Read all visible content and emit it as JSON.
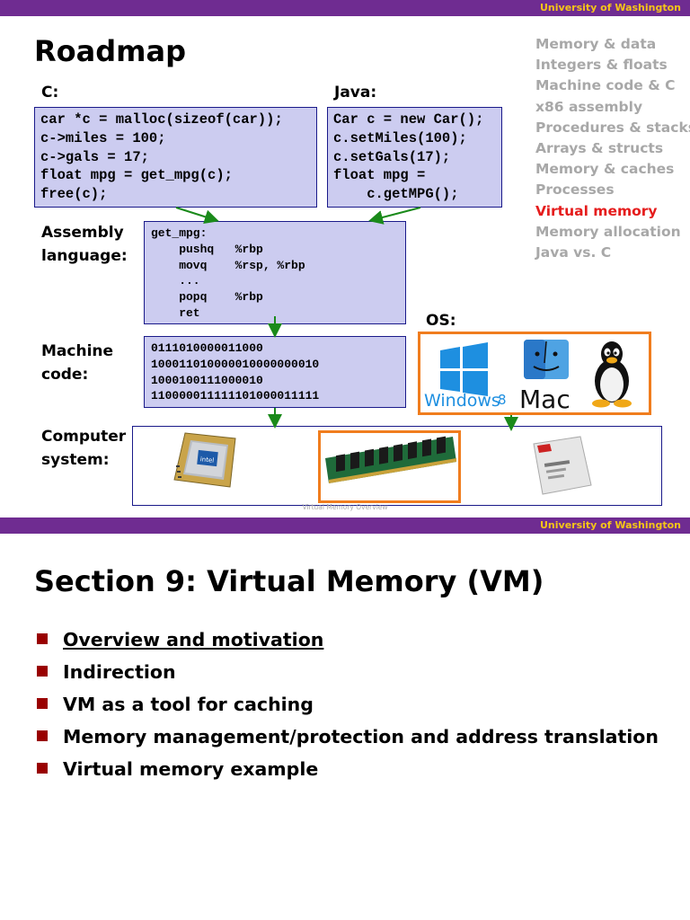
{
  "slide1": {
    "header": "University of Washington",
    "title": "Roadmap",
    "labels": {
      "c": "C:",
      "java": "Java:",
      "assembly": "Assembly\nlanguage:",
      "machine": "Machine\ncode:",
      "computer": "Computer\nsystem:",
      "os": "OS:"
    },
    "c_code": "car *c = malloc(sizeof(car));\nc->miles = 100;\nc->gals = 17;\nfloat mpg = get_mpg(c);\nfree(c);",
    "java_code": "Car c = new Car();\nc.setMiles(100);\nc.setGals(17);\nfloat mpg =\n    c.getMPG();",
    "assembly_code": "get_mpg:\n    pushq   %rbp\n    movq    %rsp, %rbp\n    ...\n    popq    %rbp\n    ret",
    "machine_code": "0111010000011000\n100011010000010000000010\n1000100111000010\n110000011111101000011111",
    "roadmap_items": [
      "Memory & data",
      "Integers & floats",
      "Machine code & C",
      "x86 assembly",
      "Procedures & stacks",
      "Arrays & structs",
      "Memory & caches",
      "Processes",
      "Virtual memory",
      "Memory allocation",
      "Java vs. C"
    ],
    "active_roadmap_index": 8,
    "os_logos": {
      "windows": "Windows",
      "windows_version": "8",
      "mac": "Mac"
    },
    "footer": "Virtual Memory Overview",
    "colors": {
      "header_bar": "#6f2c91",
      "header_text": "#f5c518",
      "active": "#e51c1c",
      "highlight_box": "#f07d1e",
      "arrow": "#1a8a1a",
      "code_bg": "#ccccf0"
    }
  },
  "slide2": {
    "header": "University of Washington",
    "title": "Section 9: Virtual Memory (VM)",
    "bullets": [
      "Overview and motivation",
      "Indirection",
      "VM as a tool for caching",
      "Memory management/protection and address translation",
      "Virtual memory example"
    ],
    "current_bullet_index": 0,
    "colors": {
      "bullet": "#990000"
    }
  }
}
